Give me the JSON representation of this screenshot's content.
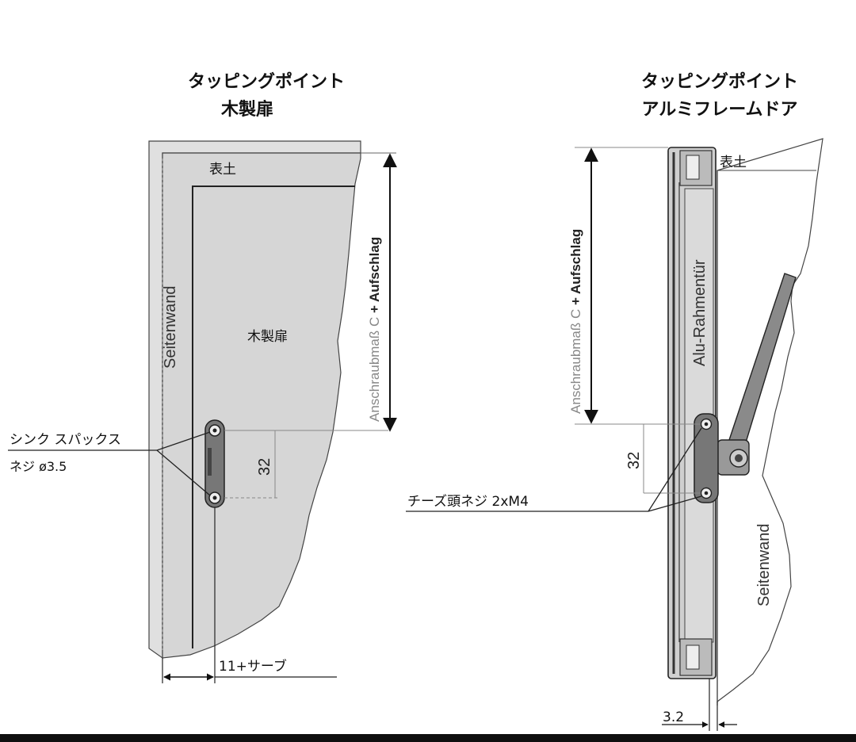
{
  "left": {
    "title_line1": "タッピングポイント",
    "title_line2": "木製扉",
    "top_label": "表土",
    "side_label": "Seitenwand",
    "door_label": "木製扉",
    "dim_text_regular": "Anschraubmaß C",
    "dim_text_bold": " + Aufschlag",
    "screw_label_line1": "シンク スパックス",
    "screw_label_line2": "ネジ ø3.5",
    "spacing": "32",
    "bottom_dim": "11+サーブ"
  },
  "right": {
    "title_line1": "タッピングポイント",
    "title_line2": "アルミフレームドア",
    "top_label": "表土",
    "frame_label": "Alu-Rahmentür",
    "side_label": "Seitenwand",
    "dim_text_regular": "Anschraubmaß C",
    "dim_text_bold": " + Aufschlag",
    "screw_label": "チーズ頭ネジ 2xM4",
    "spacing": "32",
    "bottom_dim": "3.2"
  },
  "colors": {
    "panel": "#d6d6d6",
    "panel_dark": "#c4c4c4",
    "line": "#222222",
    "bottom_bar": "#0f0f0f"
  }
}
